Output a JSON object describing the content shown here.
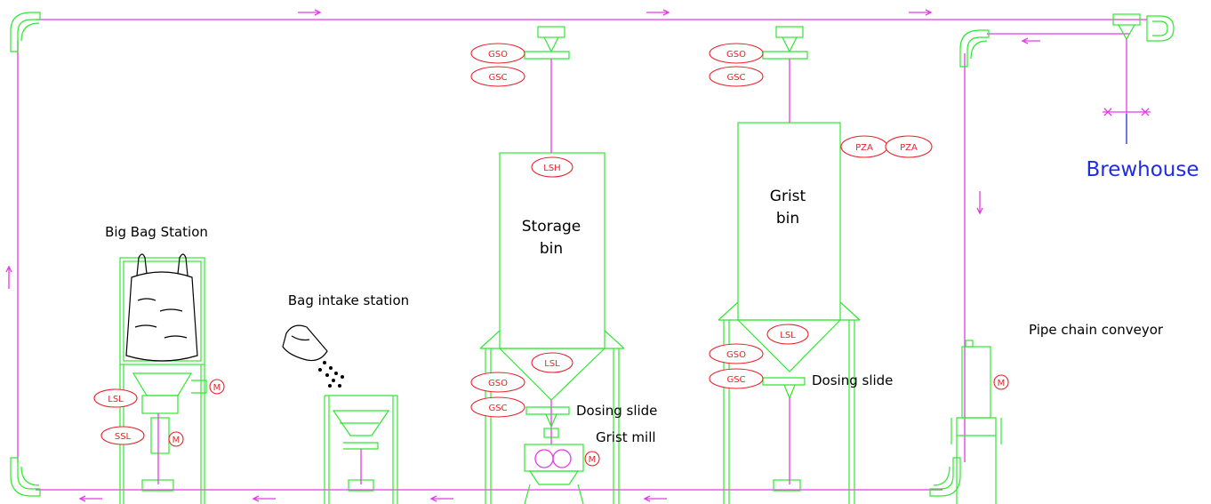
{
  "labels": {
    "big_bag_station": "Big Bag Station",
    "bag_intake_station": "Bag intake station",
    "storage_bin_line1": "Storage",
    "storage_bin_line2": "bin",
    "grist_bin_line1": "Grist",
    "grist_bin_line2": "bin",
    "dosing_slide_1": "Dosing slide",
    "dosing_slide_2": "Dosing slide",
    "grist_mill": "Grist mill",
    "pipe_chain_conveyor": "Pipe chain conveyor",
    "brewhouse": "Brewhouse"
  },
  "tags": {
    "gso": "GSO",
    "gsc": "GSC",
    "lsh": "LSH",
    "lsl": "LSL",
    "ssl": "SSL",
    "pza": "PZA",
    "motor": "M"
  },
  "colors": {
    "equipment": "#2ee82e",
    "pipe": "#e33be3",
    "instrument": "#e8222a",
    "brewhouse_text": "#1f2ce6",
    "label_text": "#000000"
  }
}
